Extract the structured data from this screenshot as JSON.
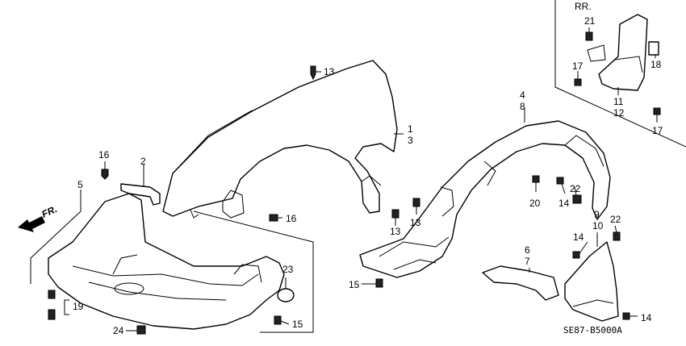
{
  "callouts": {
    "c1": "1",
    "c3": "3",
    "c2": "2",
    "c4": "4",
    "c5": "5",
    "c6": "6",
    "c7": "7",
    "c8": "8",
    "c9": "9",
    "c10": "10",
    "c11": "11",
    "c12": "12",
    "c13a": "13",
    "c13b": "13",
    "c13c": "13",
    "c14a": "14",
    "c14b": "14",
    "c14c": "14",
    "c15a": "15",
    "c15b": "15",
    "c16a": "16",
    "c16b": "16",
    "c17a": "17",
    "c17b": "17",
    "c18": "18",
    "c19": "19",
    "c20": "20",
    "c21": "21",
    "c22a": "22",
    "c22b": "22",
    "c23": "23",
    "c24": "24"
  },
  "rear_label": "RR.",
  "front_label": "FR.",
  "diagram_code": "SE87-B5000A"
}
